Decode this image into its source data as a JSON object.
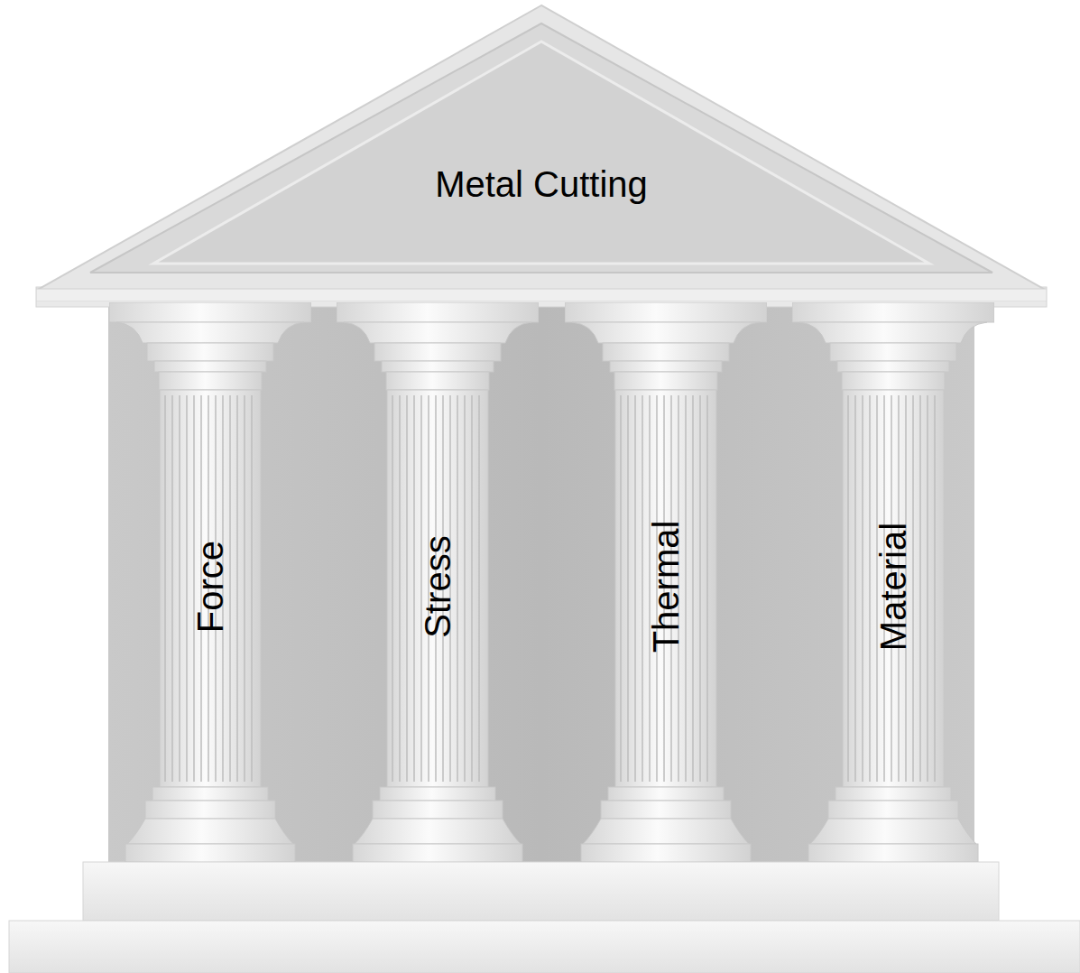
{
  "diagram": {
    "nodes": [
      {
        "text": [
          "Metal Cutting"
        ]
      },
      {
        "text": [
          "Force"
        ]
      },
      {
        "text": [
          "Stress"
        ]
      },
      {
        "text": [
          "Thermal"
        ]
      },
      {
        "text": [
          "Material"
        ]
      }
    ]
  }
}
